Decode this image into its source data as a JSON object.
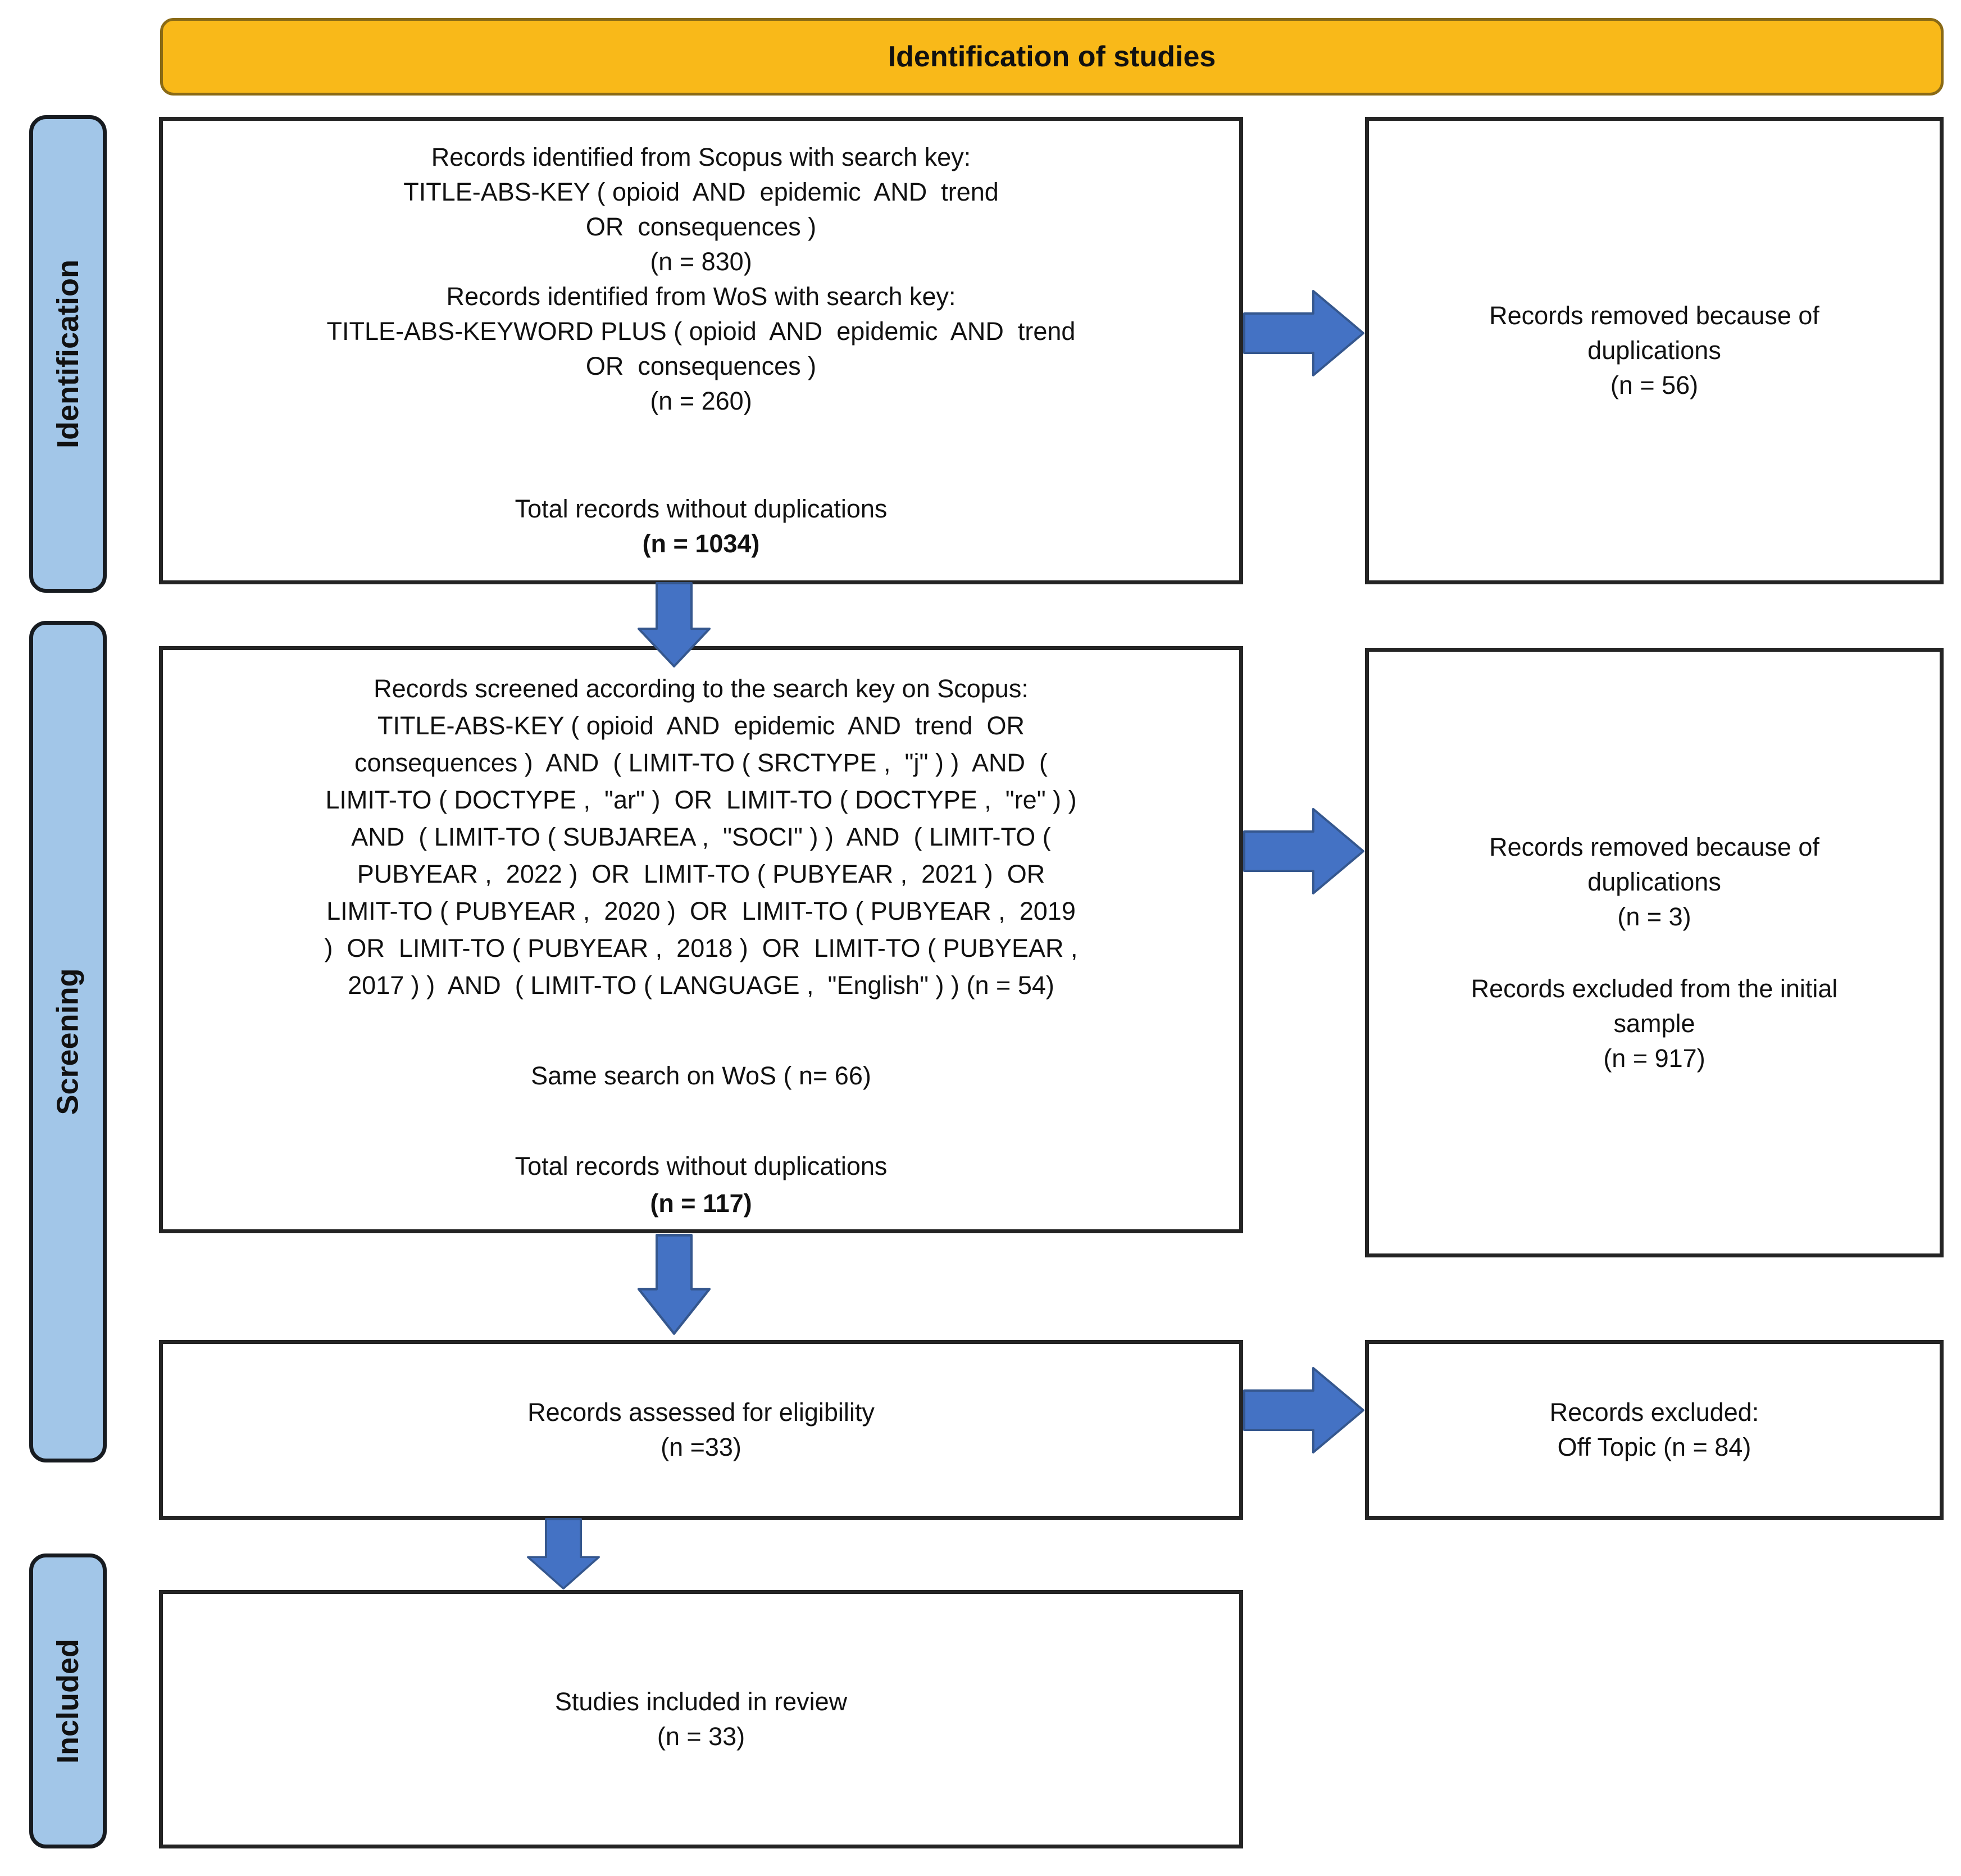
{
  "banner": {
    "title": "Identification of studies"
  },
  "sidebar": {
    "identification": "Identification",
    "screening": "Screening",
    "included": "Included"
  },
  "flow": {
    "identification_box": {
      "lines": [
        "Records identified from Scopus with search key:",
        "TITLE-ABS-KEY ( opioid  AND  epidemic  AND  trend",
        "OR  consequences )",
        "(n = 830)",
        "Records identified from WoS with search key:",
        "TITLE-ABS-KEYWORD PLUS ( opioid  AND  epidemic  AND  trend",
        "OR  consequences )",
        "(n = 260)"
      ],
      "total_label": "Total records without duplications",
      "total_value": "(n = 1034)"
    },
    "screening_box": {
      "lines": [
        "Records screened according to the search key on Scopus:",
        "TITLE-ABS-KEY ( opioid  AND  epidemic  AND  trend  OR",
        "consequences )  AND  ( LIMIT-TO ( SRCTYPE ,  \"j\" ) )  AND  (",
        "LIMIT-TO ( DOCTYPE ,  \"ar\" )  OR  LIMIT-TO ( DOCTYPE ,  \"re\" ) )",
        "AND  ( LIMIT-TO ( SUBJAREA ,  \"SOCI\" ) )  AND  ( LIMIT-TO (",
        "PUBYEAR ,  2022 )  OR  LIMIT-TO ( PUBYEAR ,  2021 )  OR",
        "LIMIT-TO ( PUBYEAR ,  2020 )  OR  LIMIT-TO ( PUBYEAR ,  2019",
        ")  OR  LIMIT-TO ( PUBYEAR ,  2018 )  OR  LIMIT-TO ( PUBYEAR ,",
        "2017 ) )  AND  ( LIMIT-TO ( LANGUAGE ,  \"English\" ) ) (n = 54)"
      ],
      "wos_line": "Same search on WoS ( n= 66)",
      "total_label": "Total records without duplications",
      "total_value": "(n = 117)"
    },
    "eligibility_box": {
      "line1": "Records assessed for eligibility",
      "line2": "(n =33)"
    },
    "included_box": {
      "line1": "Studies included in review",
      "line2": "(n = 33)"
    },
    "duplications_box_1": {
      "line1": "Records removed because of",
      "line2": "duplications",
      "line3": "(n = 56)"
    },
    "duplications_box_2": {
      "para1_line1": "Records removed because of",
      "para1_line2": "duplications",
      "para1_line3": "(n = 3)",
      "para2_line1": "Records excluded from the initial",
      "para2_line2": "sample",
      "para2_line3": "(n = 917)"
    },
    "excluded_box": {
      "line1": "Records excluded:",
      "line2": "Off Topic (n = 84)"
    }
  },
  "colors": {
    "banner_fill": "#F9B919",
    "banner_border": "#8A6A16",
    "stage_fill": "#A2C6E8",
    "arrow_fill": "#4472C4",
    "arrow_border": "#35578E"
  }
}
